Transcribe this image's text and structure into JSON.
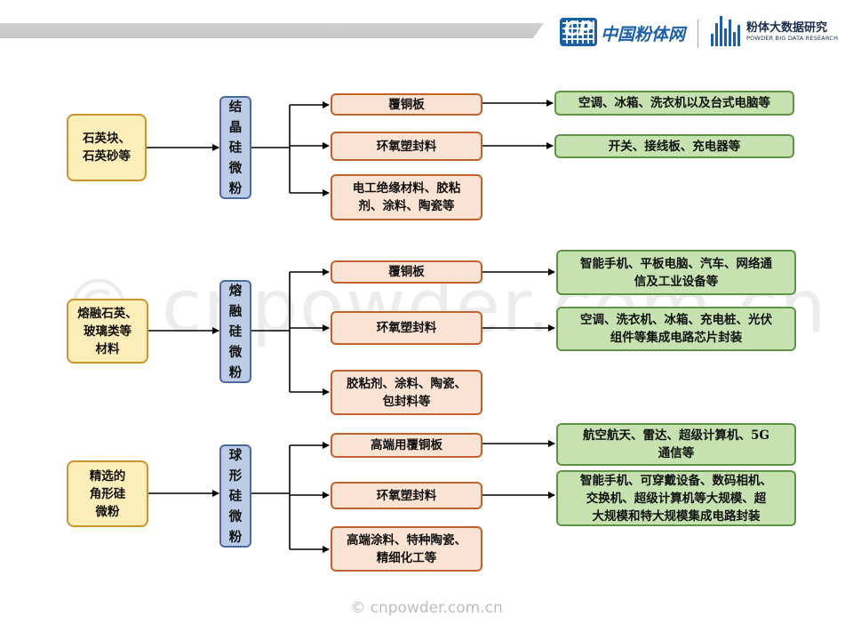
{
  "header": {
    "logo1_mark": "CP",
    "logo1_name": "中国粉体网",
    "logo2_name": "粉体大数据研究",
    "logo2_sub": "POWDER BIG DATA RESEARCH"
  },
  "watermark": "© cnpowder.com.cn",
  "footer": "© cnpowder.com.cn",
  "sections": [
    {
      "source": "石英块、\n石英砂等",
      "product": "结\n晶\n硅\n微\n粉",
      "applications": [
        "覆铜板",
        "环氧塑封料",
        "电工绝缘材料、胶粘\n剂、涂料、陶瓷等"
      ],
      "uses": [
        "空调、冰箱、洗衣机以及台式电脑等",
        "开关、接线板、充电器等"
      ]
    },
    {
      "source": "熔融石英、\n玻璃类等\n材料",
      "product": "熔\n融\n硅\n微\n粉",
      "applications": [
        "覆铜板",
        "环氧塑封料",
        "胶粘剂、涂料、陶瓷、\n包封料等"
      ],
      "uses": [
        "智能手机、平板电脑、汽车、网络通\n信及工业设备等",
        "空调、洗衣机、冰箱、充电桩、光伏\n组件等集成电路芯片封装"
      ]
    },
    {
      "source": "精选的\n角形硅\n微粉",
      "product": "球\n形\n硅\n微\n粉",
      "applications": [
        "高端用覆铜板",
        "环氧塑封料",
        "高端涂料、特种陶瓷、\n精细化工等"
      ],
      "uses": [
        "航空航天、雷达、超级计算机、5G\n通信等",
        "智能手机、可穿戴设备、数码相机、\n交换机、超级计算机等大规模、超\n大规模和特大规模集成电路封装"
      ]
    }
  ],
  "colors": {
    "source_fill": "#fdeeb9",
    "source_border": "#c9962d",
    "product_fill": "#bccbe6",
    "product_border": "#4e6a9c",
    "application_fill": "#fbe3d4",
    "application_border": "#c0622d",
    "use_fill": "#c5e2b0",
    "use_border": "#5f9446",
    "connector": "#000000"
  }
}
